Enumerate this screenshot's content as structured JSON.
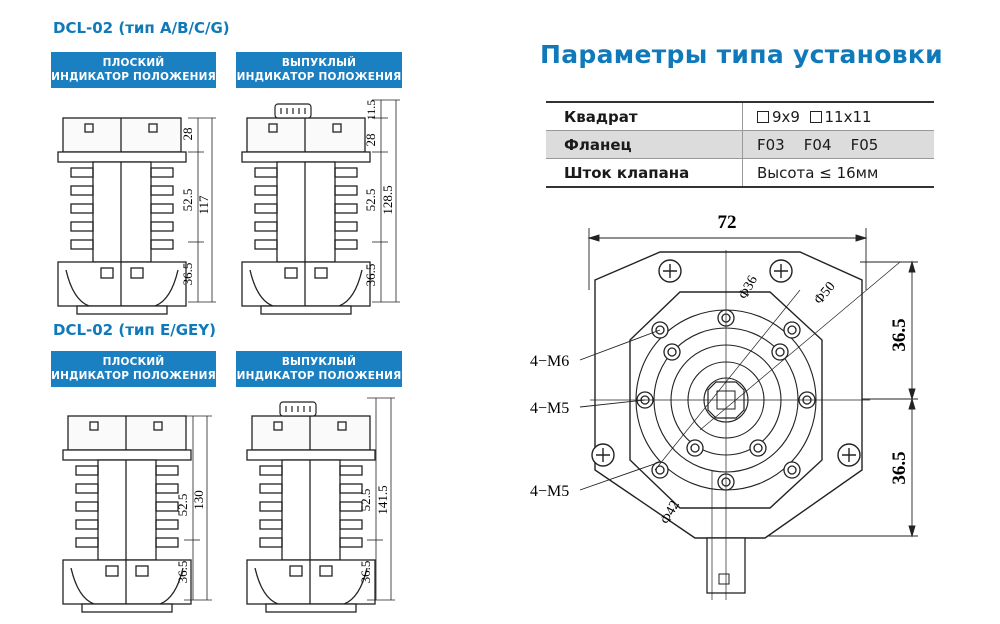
{
  "left": {
    "section1_title": "DCL-02 (тип A/B/C/G)",
    "section2_title": "DCL-02 (тип E/GEY)",
    "badge_flat_line1": "ПЛОСКИЙ",
    "badge_flat_line2": "ИНДИКАТОР ПОЛОЖЕНИЯ",
    "badge_convex_line1": "ВЫПУКЛЫЙ",
    "badge_convex_line2": "ИНДИКАТОР ПОЛОЖЕНИЯ",
    "dims": {
      "d28": "28",
      "d52_5": "52.5",
      "d36_5": "36.5",
      "d117": "117",
      "d11_5": "11.5",
      "d128_5": "128.5",
      "d130": "130",
      "d141_5": "141.5"
    }
  },
  "right": {
    "title": "Параметры типа установки",
    "rows": [
      {
        "key": "Квадрат",
        "opt1": "9x9",
        "opt2": "11x11"
      },
      {
        "key": "Фланец",
        "value": "F03    F04    F05"
      },
      {
        "key": "Шток клапана",
        "value": "Высота ≤ 16мм"
      }
    ],
    "flange": {
      "width": "72",
      "half_height_top": "36.5",
      "half_height_bottom": "36.5",
      "label_m6": "4−M6",
      "label_m5_a": "4−M5",
      "label_m5_b": "4−M5",
      "phi36": "Φ36",
      "phi50": "Φ50",
      "phi42": "Φ42"
    }
  },
  "colors": {
    "accent": "#0f79b9",
    "badge": "#1a80c2"
  }
}
